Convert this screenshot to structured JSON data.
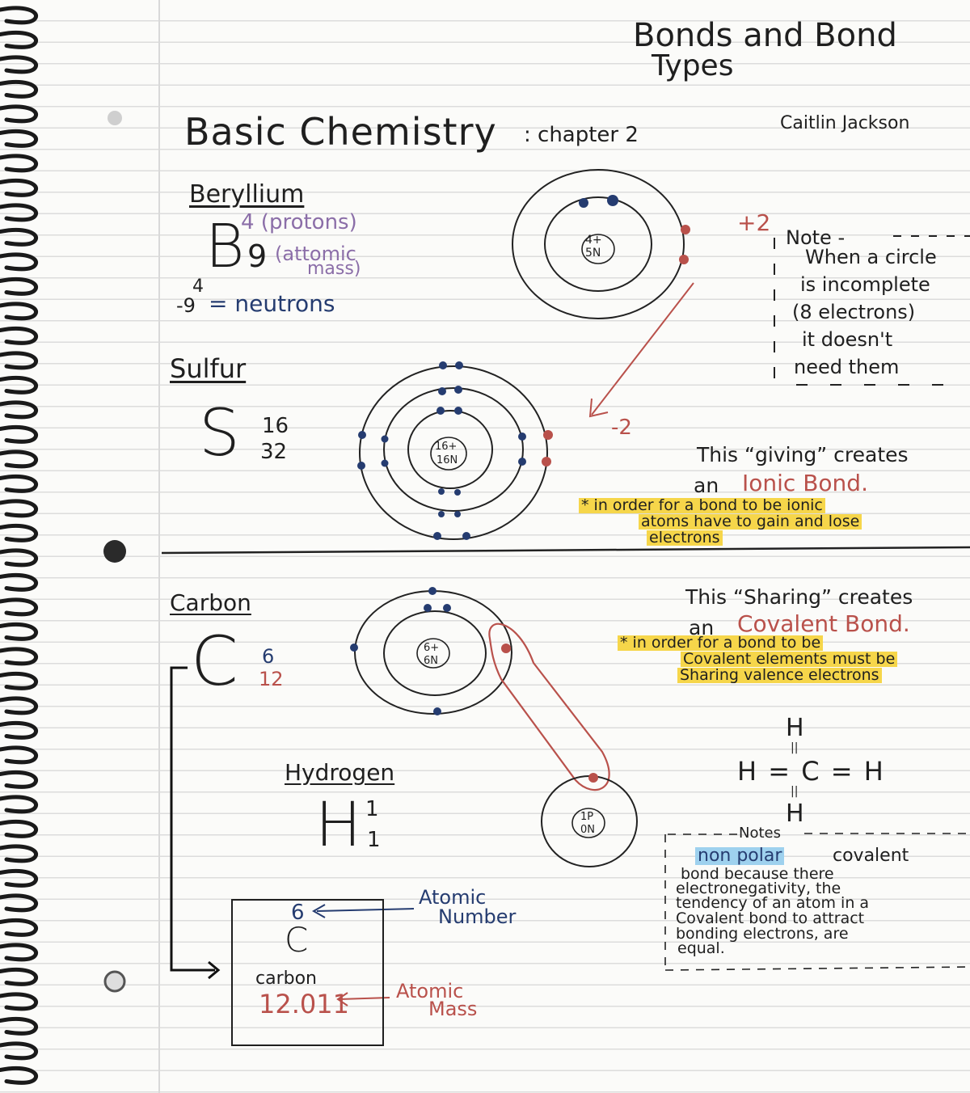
{
  "header": {
    "title_line1": "Bonds and Bond",
    "title_line2": "Types",
    "subtitle": "Basic Chemistry",
    "chapter": ": chapter 2",
    "author": "Caitlin Jackson"
  },
  "beryllium": {
    "name": "Beryllium",
    "symbol": "B",
    "protons": "4 (protons)",
    "mass": "9",
    "mass_label_1": "(attomic",
    "mass_label_2": "mass)",
    "calc_top": "4",
    "calc_bottom": "-9",
    "calc_result": "= neutrons",
    "nucleus_1": "4+",
    "nucleus_2": "5N",
    "charge": "+2"
  },
  "note_box": {
    "title": "Note -",
    "lines": [
      "When a circle",
      "is incomplete",
      "(8 electrons)",
      "it doesn't",
      "need them"
    ]
  },
  "sulfur": {
    "name": "Sulfur",
    "symbol": "S",
    "number": "16",
    "mass": "32",
    "nucleus_1": "16+",
    "nucleus_2": "16N",
    "charge": "-2"
  },
  "ionic": {
    "line1": "This “giving” creates",
    "line2_prefix": "an",
    "bond": "Ionic Bond.",
    "hl1": "* in order for a bond to be ionic",
    "hl2": "atoms have to gain and lose",
    "hl3": "electrons"
  },
  "carbon": {
    "name": "Carbon",
    "symbol": "C",
    "number": "6",
    "mass": "12",
    "nucleus_1": "6+",
    "nucleus_2": "6N"
  },
  "covalent": {
    "line1": "This “Sharing” creates",
    "line2_prefix": "an",
    "bond": "Covalent Bond.",
    "hl1": "* in order for a bond to be",
    "hl2": "Covalent elements must be",
    "hl3": "Sharing valence electrons"
  },
  "hydrogen": {
    "name": "Hydrogen",
    "symbol": "H",
    "number": "1",
    "mass": "1",
    "nucleus_1": "1P",
    "nucleus_2": "0N"
  },
  "structure": {
    "top": "H",
    "middle": "H = C = H",
    "bottom": "H"
  },
  "notes2": {
    "title": "Notes",
    "hl": "non polar",
    "line1_rest": "covalent",
    "lines": [
      "bond because there",
      "electronegativity, the",
      "tendency of an atom in a",
      "Covalent bond to attract",
      "bonding electrons, are",
      "equal."
    ]
  },
  "element_box": {
    "number": "6",
    "symbol": "C",
    "name": "carbon",
    "mass": "12.011",
    "number_label_1": "Atomic",
    "number_label_2": "Number",
    "mass_label_1": "Atomic",
    "mass_label_2": "Mass"
  },
  "colors": {
    "ink": "#1f1f1f",
    "navy": "#253c70",
    "red": "#b9514b",
    "purple": "#8b6ea8",
    "highlight_yellow": "#f6d64a",
    "highlight_blue": "#9ed1ee"
  }
}
